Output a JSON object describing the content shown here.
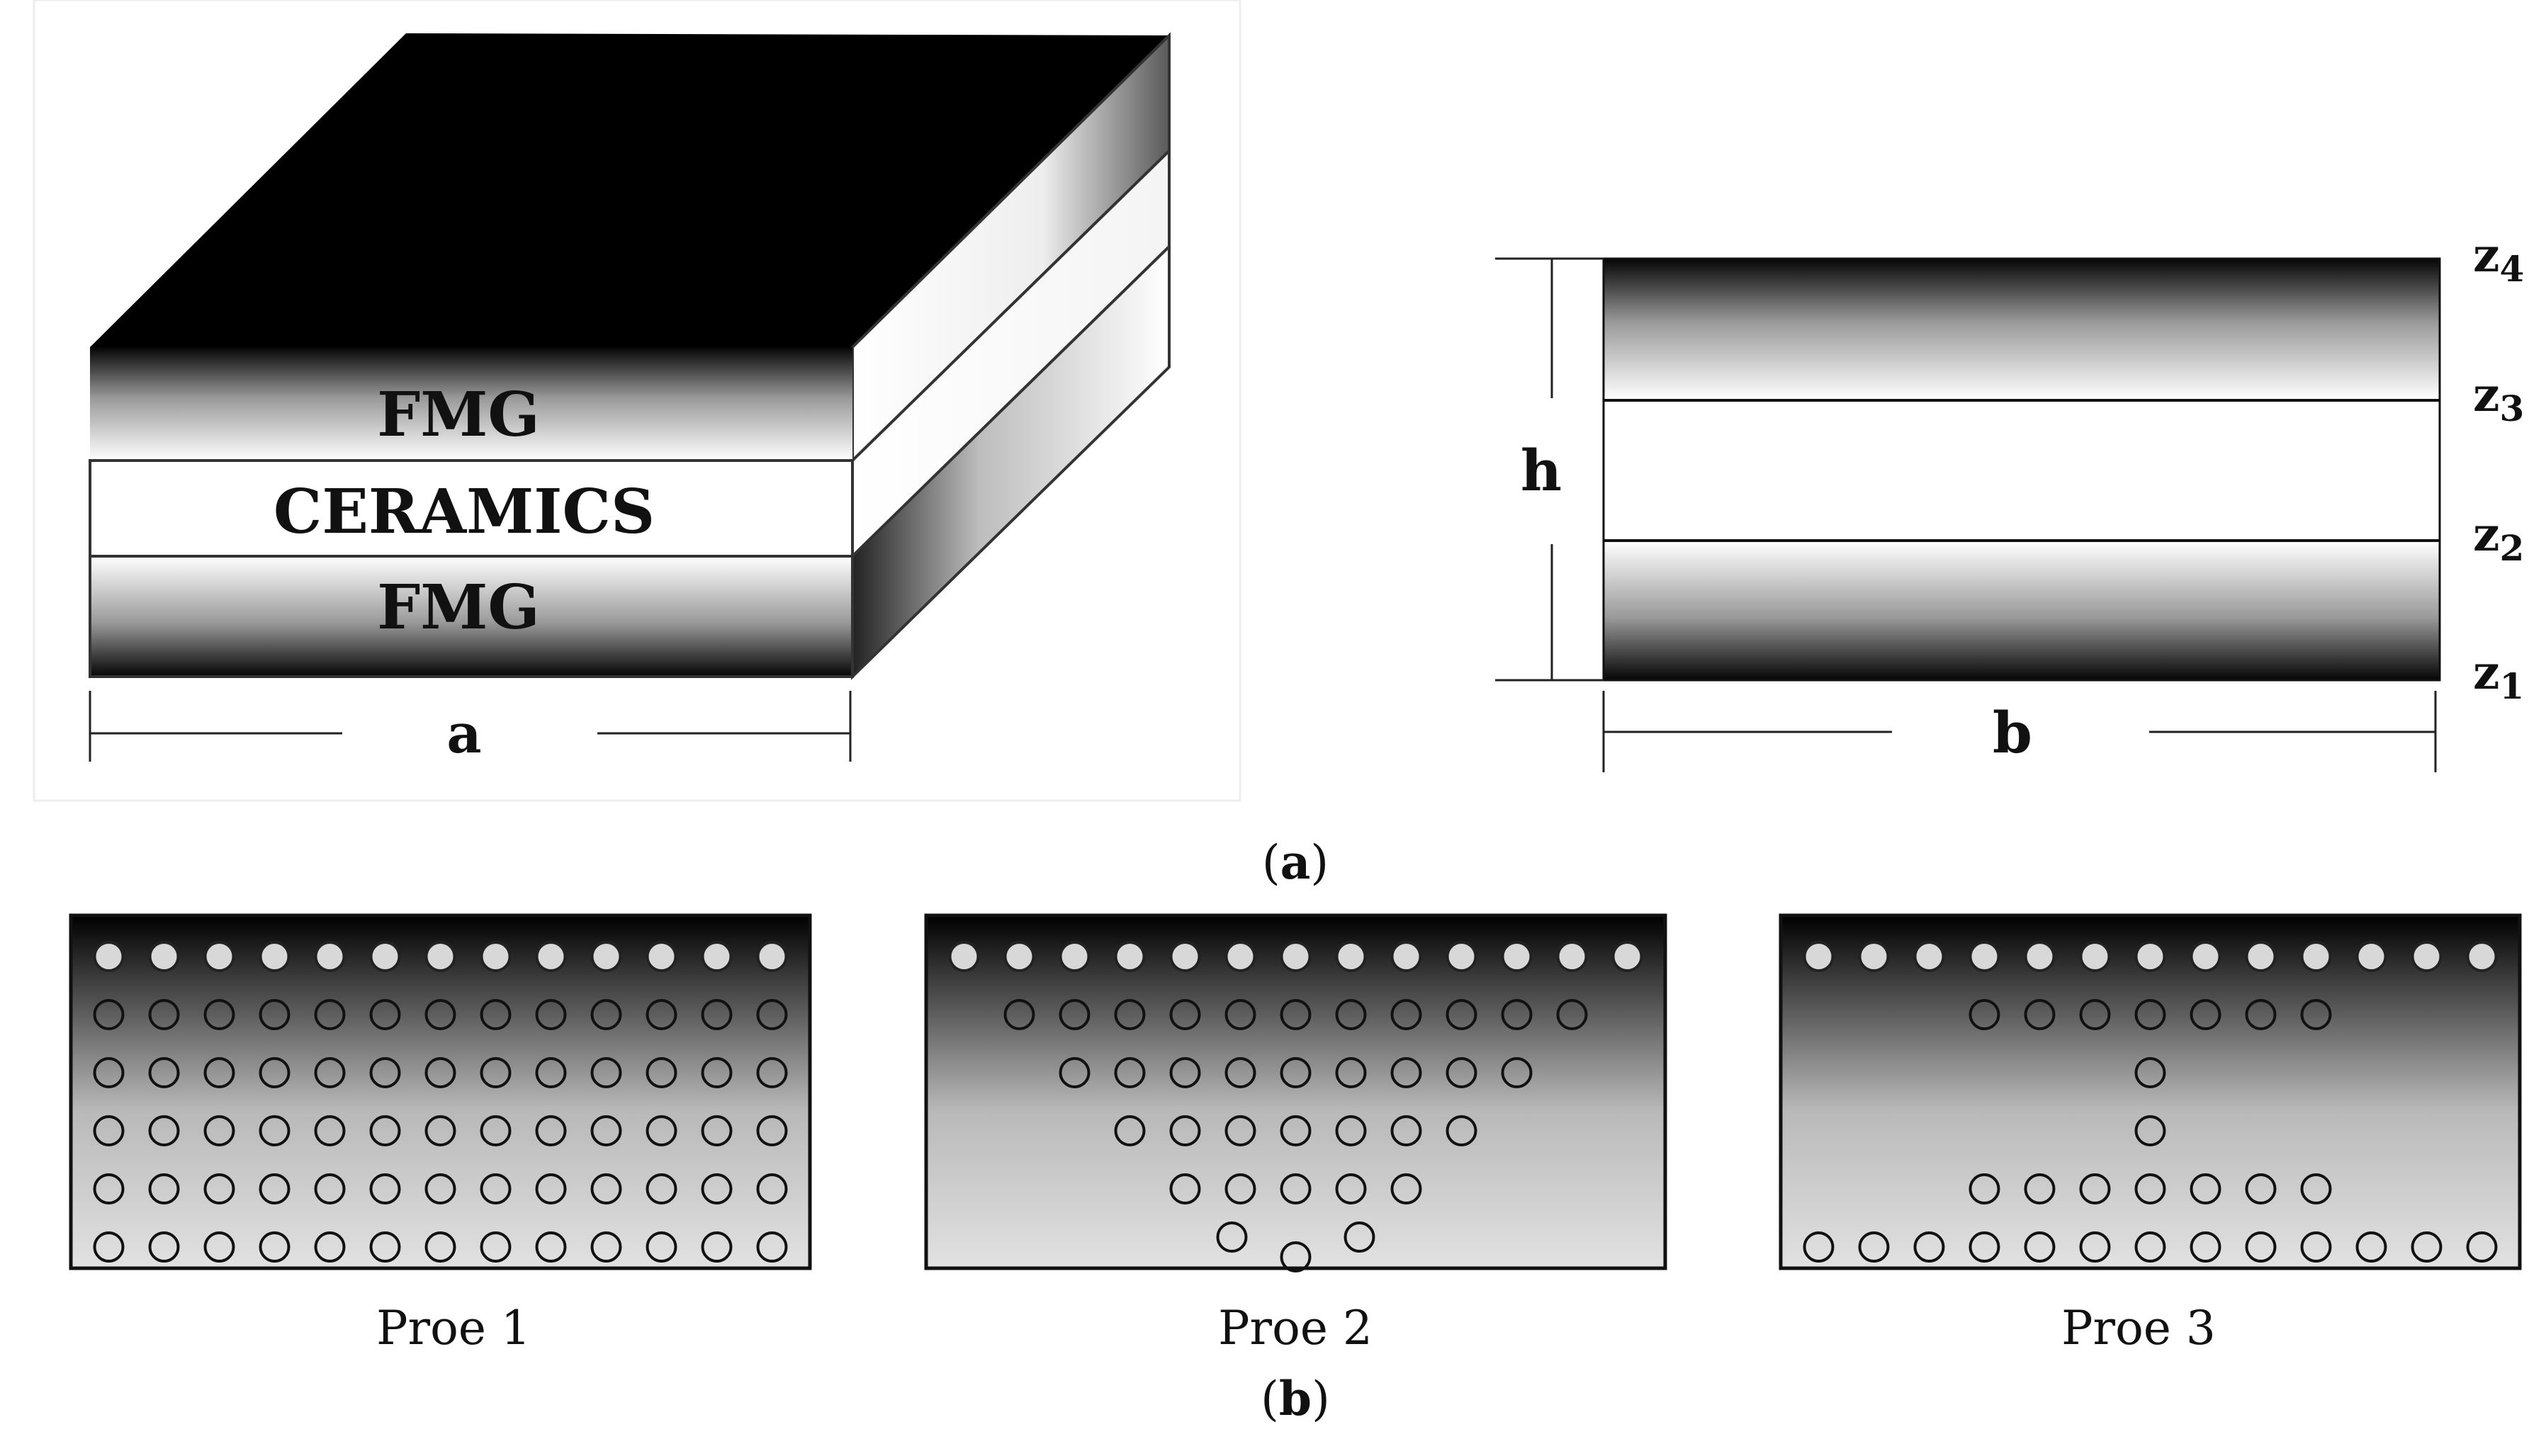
{
  "panel_a": {
    "caption_open": "(",
    "caption_letter": "a",
    "caption_close": ")",
    "layers": {
      "top": "FMG",
      "middle": "CERAMICS",
      "bottom": "FMG"
    },
    "dim_width": "a",
    "dim_length": "b",
    "dim_height": "h",
    "z_labels": [
      {
        "base": "z",
        "sub": "4"
      },
      {
        "base": "z",
        "sub": "3"
      },
      {
        "base": "z",
        "sub": "2"
      },
      {
        "base": "z",
        "sub": "1"
      }
    ]
  },
  "panel_b": {
    "caption_open": "(",
    "caption_letter": "b",
    "caption_close": ")",
    "porosity_types": [
      {
        "label": "Proe 1",
        "rows": [
          {
            "count": 13,
            "filled": true
          },
          {
            "count": 13
          },
          {
            "count": 13
          },
          {
            "count": 13
          },
          {
            "count": 13
          },
          {
            "count": 13
          }
        ]
      },
      {
        "label": "Proe 2",
        "rows": [
          {
            "count": 13,
            "filled": true
          },
          {
            "count": 11
          },
          {
            "count": 9
          },
          {
            "count": 7
          },
          {
            "count": 5
          },
          {
            "count": 3,
            "stagger": true
          }
        ]
      },
      {
        "label": "Proe 3",
        "rows": [
          {
            "count": 13,
            "filled": true
          },
          {
            "count": 7
          },
          {
            "count": 1
          },
          {
            "count": 1
          },
          {
            "count": 7
          },
          {
            "count": 13
          }
        ]
      }
    ]
  }
}
